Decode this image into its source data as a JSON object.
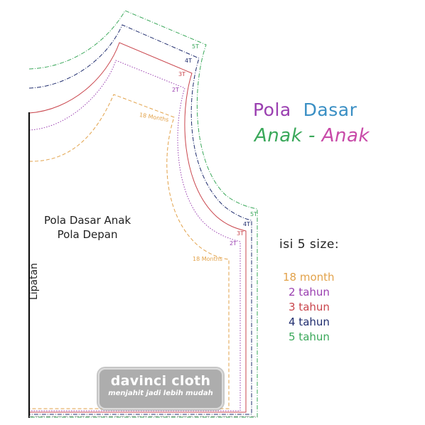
{
  "title": {
    "line1_word1": "Pola",
    "line1_word2": "Dasar",
    "line2_word1": "Anak",
    "line2_sep": "-",
    "line2_word2": "Anak"
  },
  "pattern_name": {
    "line1": "Pola Dasar Anak",
    "line2": "Pola Depan"
  },
  "fold_label": "Lipatan",
  "sizes_heading": "isi 5 size:",
  "sizes": [
    {
      "label": "18 month",
      "color": "#e2a24a"
    },
    {
      "label": "2 tahun",
      "color": "#9a3fb0"
    },
    {
      "label": "3 tahun",
      "color": "#c9454c"
    },
    {
      "label": "4 tahun",
      "color": "#1f2c6e"
    },
    {
      "label": "5 tahun",
      "color": "#3aa85a"
    }
  ],
  "line_labels": {
    "neck": {
      "s5": "5T",
      "s4": "4T",
      "s3": "3T",
      "s2": "2T",
      "s18": "18 Months"
    },
    "armhole": {
      "s5": "5T",
      "s4": "4T",
      "s3": "3T",
      "s2": "2T",
      "s18": "18 Months"
    }
  },
  "watermark": {
    "brand": "davinci cloth",
    "tagline": "menjahit jadi lebih mudah"
  },
  "colors": {
    "title_pola": "#9a3fb0",
    "title_dasar": "#3a8fc4",
    "title_anak1": "#3aa85a",
    "title_sep": "#3aa85a",
    "title_anak2": "#c84aa8",
    "size_18m": "#e2a24a",
    "size_2t": "#9a3fb0",
    "size_3t": "#c9454c",
    "size_4t": "#1f2c6e",
    "size_5t": "#3aa85a",
    "fold_line": "#111111"
  }
}
